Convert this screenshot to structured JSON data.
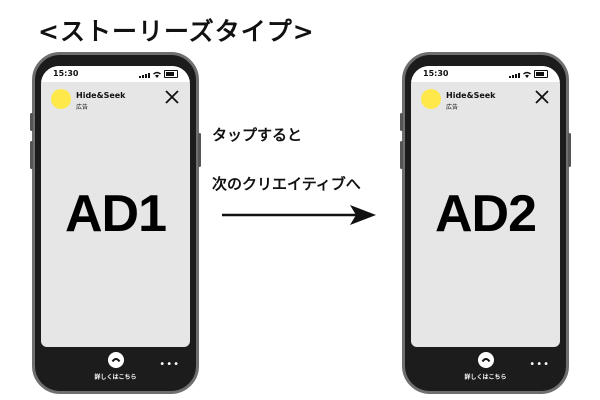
{
  "title": "<ストーリーズタイプ>",
  "phones": [
    {
      "status_time": "15:30",
      "brand_name": "Hide&Seek",
      "ad_label": "広告",
      "ad_text": "AD1",
      "cta_label": "詳しくはこちら"
    },
    {
      "status_time": "15:30",
      "brand_name": "Hide&Seek",
      "ad_label": "広告",
      "ad_text": "AD2",
      "cta_label": "詳しくはこちら"
    }
  ],
  "transition": {
    "line1": "タップすると",
    "line2": "次のクリエイティブへ"
  },
  "colors": {
    "avatar": "#ffe84a",
    "screen_bg": "#e6e6e6",
    "phone_body": "#1c1c1c"
  }
}
